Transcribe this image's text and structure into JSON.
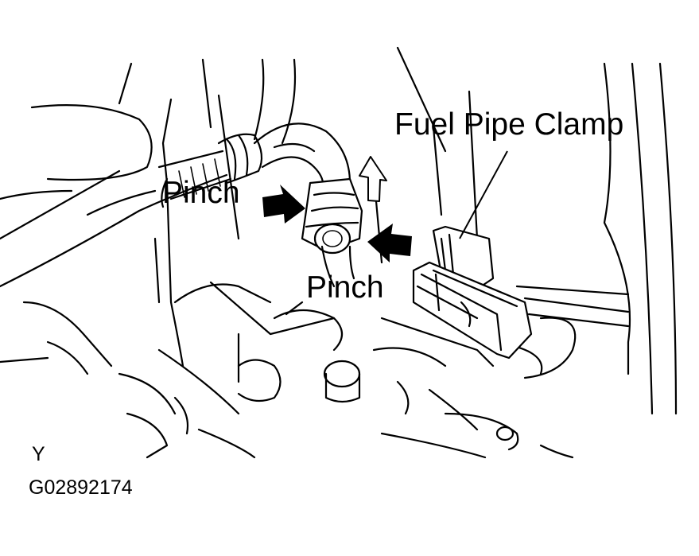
{
  "labels": {
    "fuel_pipe_clamp": "Fuel Pipe Clamp",
    "pinch_upper": "Pinch",
    "pinch_lower": "Pinch"
  },
  "view_code": "Y",
  "figure_id": "G02892174"
}
